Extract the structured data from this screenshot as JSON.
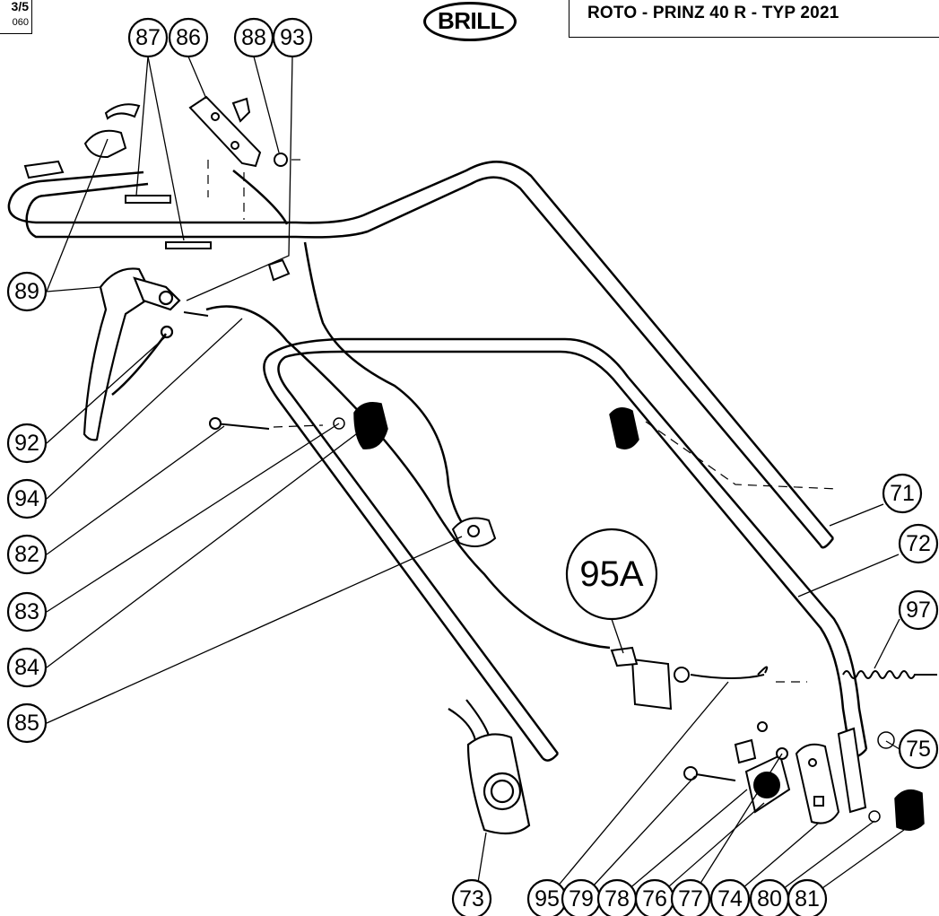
{
  "header": {
    "page_number": "3/5",
    "page_code": "060",
    "brand": "BRILL",
    "title": "ROTO - PRINZ 40 R - TYP 2021"
  },
  "callouts": [
    {
      "id": "87",
      "label": "87"
    },
    {
      "id": "86",
      "label": "86"
    },
    {
      "id": "88",
      "label": "88"
    },
    {
      "id": "93",
      "label": "93"
    },
    {
      "id": "89",
      "label": "89"
    },
    {
      "id": "92",
      "label": "92"
    },
    {
      "id": "94",
      "label": "94"
    },
    {
      "id": "82",
      "label": "82"
    },
    {
      "id": "83",
      "label": "83"
    },
    {
      "id": "84",
      "label": "84"
    },
    {
      "id": "85",
      "label": "85"
    },
    {
      "id": "95A",
      "label": "95A"
    },
    {
      "id": "71",
      "label": "71"
    },
    {
      "id": "72",
      "label": "72"
    },
    {
      "id": "97",
      "label": "97"
    },
    {
      "id": "75",
      "label": "75"
    },
    {
      "id": "73",
      "label": "73"
    },
    {
      "id": "95",
      "label": "95"
    },
    {
      "id": "79",
      "label": "79"
    },
    {
      "id": "78",
      "label": "78"
    },
    {
      "id": "76",
      "label": "76"
    },
    {
      "id": "77",
      "label": "77"
    },
    {
      "id": "74",
      "label": "74"
    },
    {
      "id": "80",
      "label": "80"
    },
    {
      "id": "81",
      "label": "81"
    }
  ]
}
